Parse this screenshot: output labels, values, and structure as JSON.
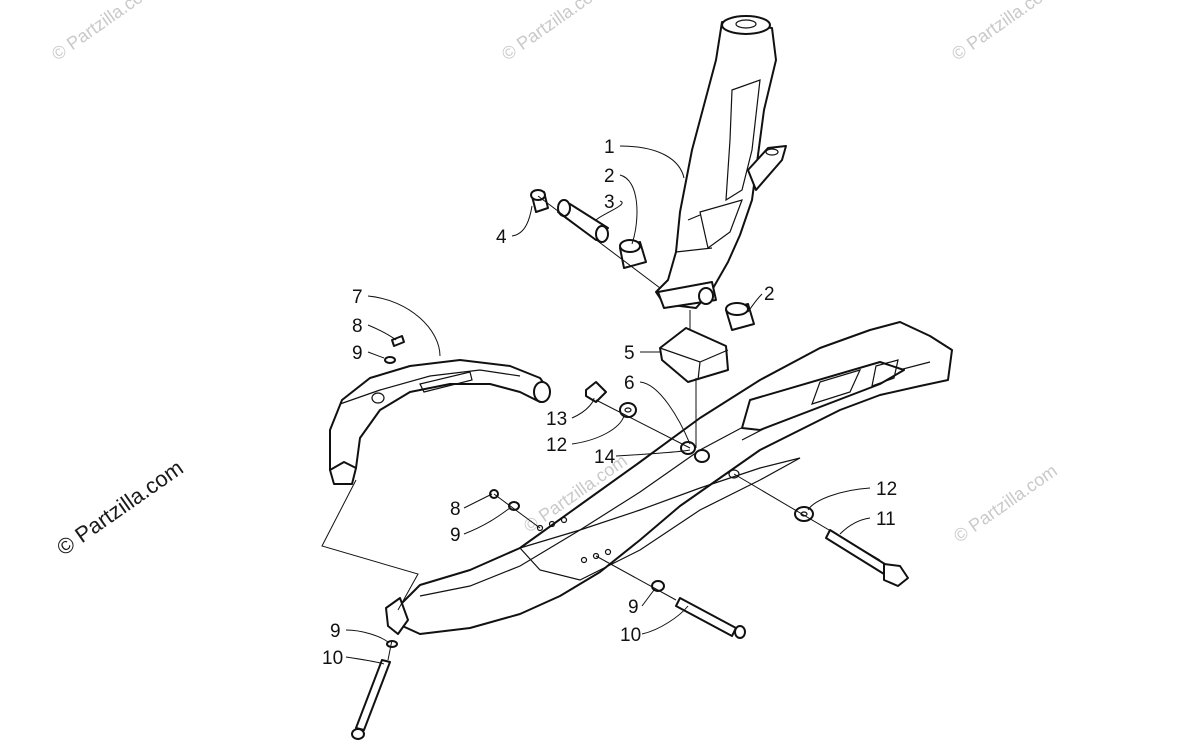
{
  "watermarks": {
    "top_left": "© Partzilla.com",
    "top_center": "© Partzilla.com",
    "top_right": "© Partzilla.com",
    "side_left": "© Partzilla.com",
    "center": "© Partzilla.com",
    "right": "© Partzilla.com"
  },
  "callouts": [
    {
      "label": "1"
    },
    {
      "label": "2"
    },
    {
      "label": "3"
    },
    {
      "label": "4"
    },
    {
      "label": "2"
    },
    {
      "label": "5"
    },
    {
      "label": "6"
    },
    {
      "label": "7"
    },
    {
      "label": "8"
    },
    {
      "label": "9"
    },
    {
      "label": "13"
    },
    {
      "label": "12"
    },
    {
      "label": "14"
    },
    {
      "label": "8"
    },
    {
      "label": "9"
    },
    {
      "label": "12"
    },
    {
      "label": "11"
    },
    {
      "label": "9"
    },
    {
      "label": "10"
    },
    {
      "label": "9"
    },
    {
      "label": "10"
    }
  ],
  "colors": {
    "line": "#111111",
    "watermark": "#c9c9c9",
    "background": "#ffffff"
  }
}
